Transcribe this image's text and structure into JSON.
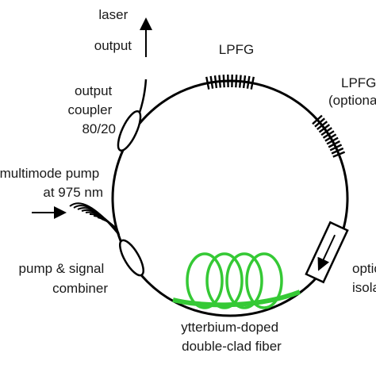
{
  "diagram": {
    "labels": {
      "laser_output": [
        "laser",
        "output"
      ],
      "lpfg_top": "LPFG",
      "lpfg_right": [
        "LPFG",
        "(optional)"
      ],
      "output_coupler": [
        "output",
        "coupler",
        "80/20"
      ],
      "pump": [
        "multimode pump",
        "at 975 nm"
      ],
      "combiner": [
        "pump & signal",
        "combiner"
      ],
      "isolator": [
        "optical",
        "isolator"
      ],
      "fiber": [
        "ytterbium-doped",
        "double-clad fiber"
      ]
    },
    "colors": {
      "ring": "#000000",
      "gain_fiber": "#35c935",
      "background": "#ffffff"
    },
    "icons": {
      "laser_output_arrow": "up-arrow",
      "pump_input_arrow": "right-arrow",
      "isolator_direction": "down-left-arrow"
    }
  }
}
